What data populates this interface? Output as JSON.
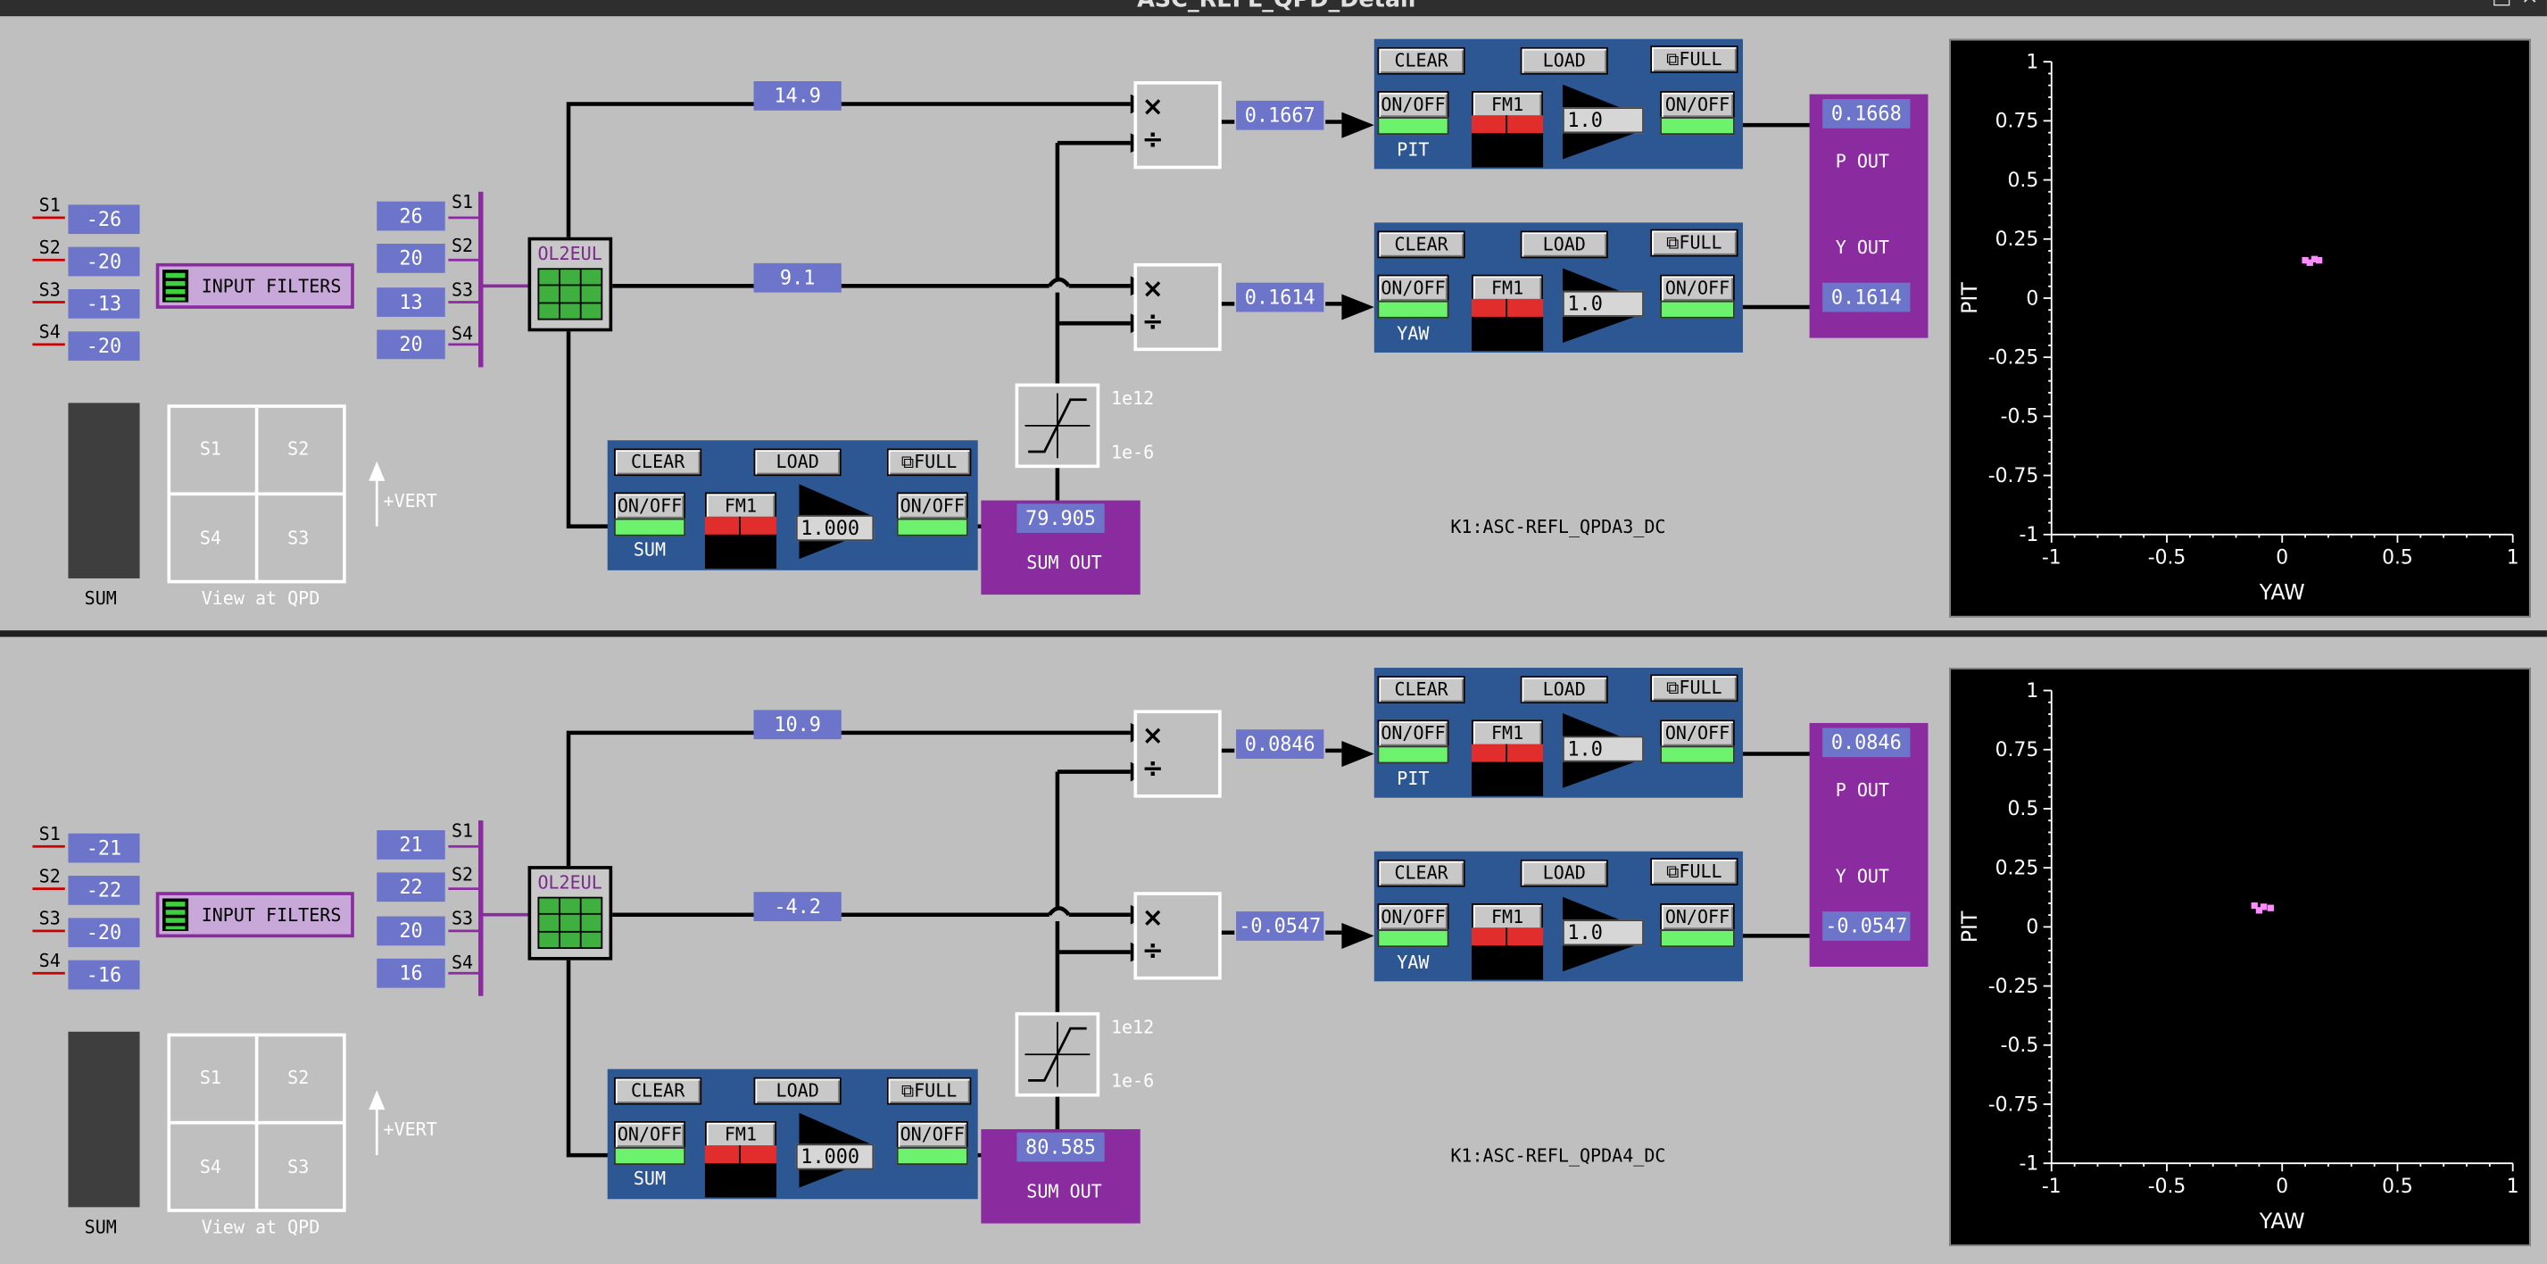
{
  "window": {
    "title": "ASC_REFL_QPD_Detail"
  },
  "colors": {
    "panel_bg": "#bfbfbf",
    "number_fill": "#6c75c9",
    "filter_bank_blue": "#2d5793",
    "output_purple": "#8a2ba0",
    "led_green": "#6df26d",
    "fm_red": "#e22d2d",
    "scope_bg": "#000000",
    "scope_point": "#ff8cff"
  },
  "icons": {
    "matrix": "matrix-grid-icon",
    "limiter": "limiter-curve-icon",
    "multiply": "multiply-icon",
    "divide": "divide-icon",
    "filter_list": "filter-list-icon",
    "full_view": "full-view-icon",
    "ramp": "gain-ramp-icon",
    "vert_arrow": "up-arrow-icon"
  },
  "labels": {
    "s1": "S1",
    "s2": "S2",
    "s3": "S3",
    "s4": "S4",
    "input_filters": "INPUT FILTERS",
    "ol2eul": "OL2EUL",
    "sum": "SUM",
    "view_at_qpd": "View at QPD",
    "vert": "+VERT",
    "clear": "CLEAR",
    "load": "LOAD",
    "full": "FULL",
    "on_off": "ON/OFF",
    "fm1": "FM1",
    "pit": "PIT",
    "yaw": "YAW",
    "sum_out": "SUM OUT",
    "p_out": "P OUT",
    "y_out": "Y OUT",
    "lim_high": "1e12",
    "lim_low": "1e-6",
    "times": "×",
    "divide": "÷"
  },
  "panels": [
    {
      "channel": "K1:ASC-REFL_QPDA3_DC",
      "raw_segments": [
        "-26",
        "-20",
        "-13",
        "-20"
      ],
      "filtered_segments": [
        "26",
        "20",
        "13",
        "20"
      ],
      "pit_raw": "14.9",
      "yaw_raw": "9.1",
      "pit_norm": "0.1667",
      "yaw_norm": "0.1614",
      "pit_gain": "1.0",
      "yaw_gain": "1.0",
      "sum_gain": "1.000",
      "sum_out": "79.905",
      "p_out": "0.1668",
      "y_out": "0.1614",
      "scope_points": [
        {
          "yaw": 0.1,
          "pit": 0.16
        },
        {
          "yaw": 0.12,
          "pit": 0.15
        },
        {
          "yaw": 0.14,
          "pit": 0.165
        },
        {
          "yaw": 0.16,
          "pit": 0.16
        }
      ]
    },
    {
      "channel": "K1:ASC-REFL_QPDA4_DC",
      "raw_segments": [
        "-21",
        "-22",
        "-20",
        "-16"
      ],
      "filtered_segments": [
        "21",
        "22",
        "20",
        "16"
      ],
      "pit_raw": "10.9",
      "yaw_raw": "-4.2",
      "pit_norm": "0.0846",
      "yaw_norm": "-0.0547",
      "pit_gain": "1.0",
      "yaw_gain": "1.0",
      "sum_gain": "1.000",
      "sum_out": "80.585",
      "p_out": "0.0846",
      "y_out": "-0.0547",
      "scope_points": [
        {
          "yaw": -0.12,
          "pit": 0.09
        },
        {
          "yaw": -0.1,
          "pit": 0.07
        },
        {
          "yaw": -0.08,
          "pit": 0.085
        },
        {
          "yaw": -0.05,
          "pit": 0.08
        }
      ]
    }
  ],
  "chart_data": [
    {
      "type": "scatter",
      "xlabel": "YAW",
      "ylabel": "PIT",
      "xlim": [
        -1,
        1
      ],
      "ylim": [
        -1,
        1
      ],
      "x_ticks": [
        "-1",
        "-0.5",
        "0",
        "0.5",
        "1"
      ],
      "y_ticks": [
        "1",
        "0.75",
        "0.5",
        "0.25",
        "0",
        "-0.25",
        "-0.5",
        "-0.75",
        "-1"
      ],
      "points": [
        [
          0.1,
          0.16
        ],
        [
          0.12,
          0.15
        ],
        [
          0.14,
          0.165
        ],
        [
          0.16,
          0.16
        ]
      ]
    },
    {
      "type": "scatter",
      "xlabel": "YAW",
      "ylabel": "PIT",
      "xlim": [
        -1,
        1
      ],
      "ylim": [
        -1,
        1
      ],
      "x_ticks": [
        "-1",
        "-0.5",
        "0",
        "0.5",
        "1"
      ],
      "y_ticks": [
        "1",
        "0.75",
        "0.5",
        "0.25",
        "0",
        "-0.25",
        "-0.5",
        "-0.75",
        "-1"
      ],
      "points": [
        [
          -0.12,
          0.09
        ],
        [
          -0.1,
          0.07
        ],
        [
          -0.08,
          0.085
        ],
        [
          -0.05,
          0.08
        ]
      ]
    }
  ]
}
